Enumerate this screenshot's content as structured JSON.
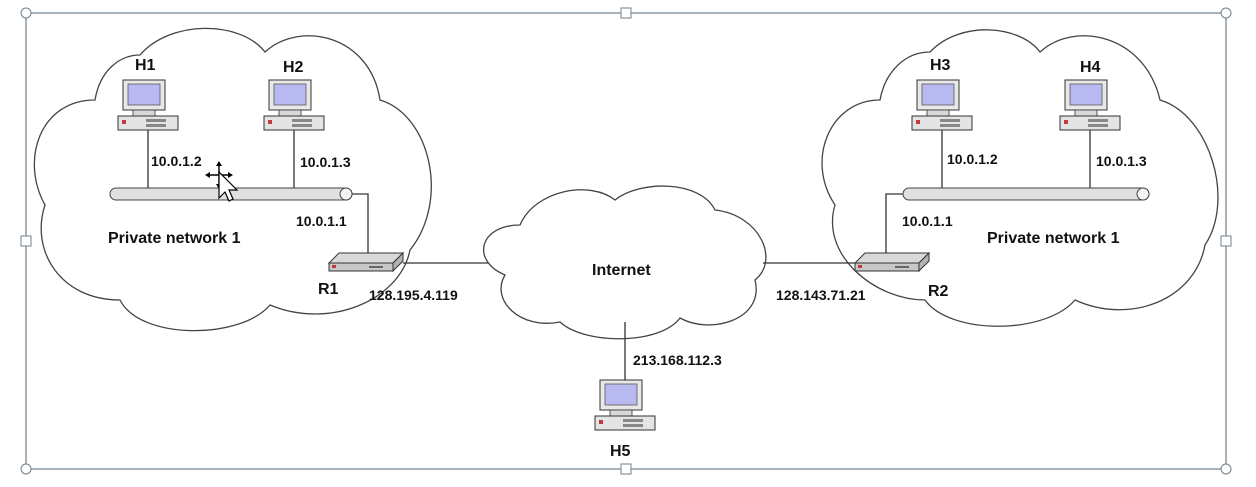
{
  "hosts": {
    "h1": {
      "label": "H1",
      "ip": "10.0.1.2"
    },
    "h2": {
      "label": "H2",
      "ip": "10.0.1.3"
    },
    "h3": {
      "label": "H3",
      "ip": "10.0.1.2"
    },
    "h4": {
      "label": "H4",
      "ip": "10.0.1.3"
    },
    "h5": {
      "label": "H5",
      "ip": "213.168.112.3"
    }
  },
  "routers": {
    "r1": {
      "label": "R1",
      "inside_ip": "10.0.1.1",
      "outside_ip": "128.195.4.119"
    },
    "r2": {
      "label": "R2",
      "inside_ip": "10.0.1.1",
      "outside_ip": "128.143.71.21"
    }
  },
  "networks": {
    "left": {
      "label": "Private network 1"
    },
    "right": {
      "label": "Private network 1"
    },
    "internet": {
      "label": "Internet"
    }
  },
  "colors": {
    "screen": "#b9b9f2",
    "frame": "#5f7180",
    "cloud_stroke": "#444444"
  },
  "icons": {
    "host": "computer-icon",
    "router": "router-icon",
    "cursor": "move-cursor-icon"
  }
}
